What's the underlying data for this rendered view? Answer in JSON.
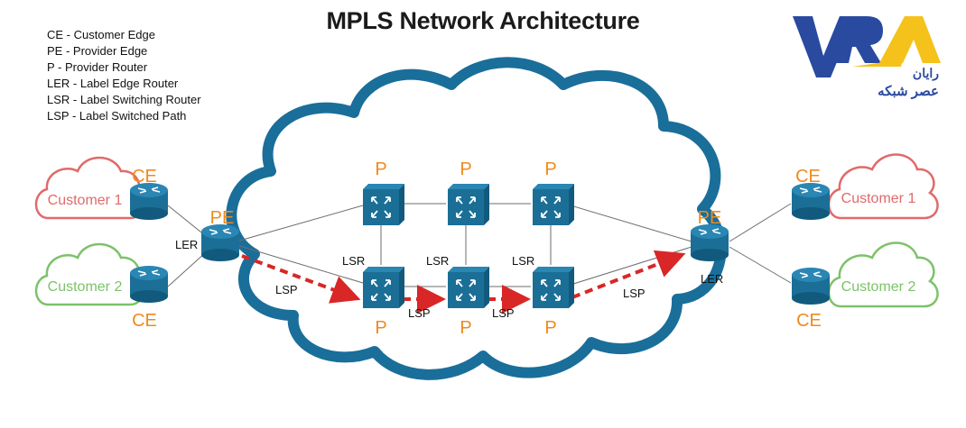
{
  "title": "MPLS Network Architecture",
  "legend": [
    "CE - Customer Edge",
    "PE - Provider Edge",
    "P - Provider Router",
    "LER - Label Edge Router",
    "LSR - Label Switching Router",
    "LSP - Label Switched Path"
  ],
  "logo": {
    "mark": "VRA",
    "line1": "رایان",
    "line2": "عصر شبکه"
  },
  "customers": {
    "left_top": "Customer 1",
    "left_bottom": "Customer 2",
    "right_top": "Customer 1",
    "right_bottom": "Customer 2"
  },
  "labels": {
    "ce": "CE",
    "pe": "PE",
    "p": "P",
    "ler": "LER",
    "lsr": "LSR",
    "lsp": "LSP"
  },
  "colors": {
    "cloud": "#1a6e9a",
    "router": "#1b6f97",
    "router_top": "#2a86b3",
    "orange": "#ef8a1c",
    "path": "#d92626",
    "customer1": "#e06a6a",
    "customer2": "#7cc26a",
    "logo_blue": "#2a4aa0",
    "logo_yellow": "#f4c21b"
  }
}
